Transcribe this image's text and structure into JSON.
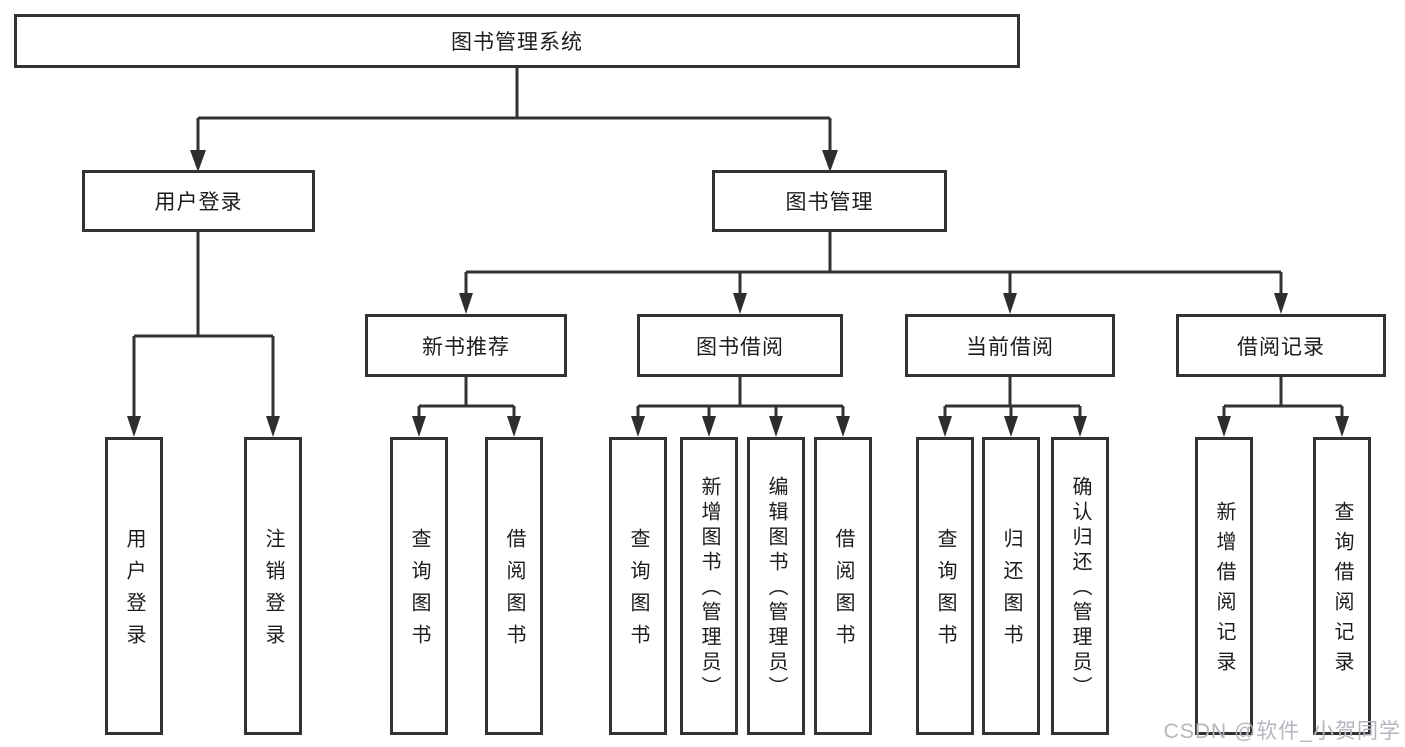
{
  "diagram": {
    "title": "图书管理系统",
    "type": "hierarchy-tree",
    "colors": {
      "line": "#333333",
      "box_border": "#333333",
      "box_fill": "#ffffff",
      "text": "#1c1c1e",
      "watermark_text_color": "#b3b7bd",
      "background": "#ffffff"
    },
    "nodes": {
      "root": {
        "label": "图书管理系统"
      },
      "user_login": {
        "label": "用户登录"
      },
      "book_management": {
        "label": "图书管理"
      },
      "new_book_recommend": {
        "label": "新书推荐"
      },
      "book_borrow": {
        "label": "图书借阅"
      },
      "current_borrow": {
        "label": "当前借阅"
      },
      "borrow_records": {
        "label": "借阅记录"
      },
      "leaf_user_login": {
        "label": "用户登录"
      },
      "leaf_logout": {
        "label": "注销登录"
      },
      "leaf_query_book_1": {
        "label": "查询图书"
      },
      "leaf_borrow_book_1": {
        "label": "借阅图书"
      },
      "leaf_query_book_2": {
        "label": "查询图书"
      },
      "leaf_add_book_admin": {
        "label": "新增图书（管理员）"
      },
      "leaf_edit_book_admin": {
        "label": "编辑图书（管理员）"
      },
      "leaf_borrow_book_2": {
        "label": "借阅图书"
      },
      "leaf_query_book_3": {
        "label": "查询图书"
      },
      "leaf_return_book": {
        "label": "归还图书"
      },
      "leaf_confirm_return_admin": {
        "label": "确认归还（管理员）"
      },
      "leaf_add_borrow_record": {
        "label": "新增借阅记录"
      },
      "leaf_query_borrow_record": {
        "label": "查询借阅记录"
      }
    },
    "hierarchy": {
      "图书管理系统": {
        "用户登录": [
          "用户登录",
          "注销登录"
        ],
        "图书管理": {
          "新书推荐": [
            "查询图书",
            "借阅图书"
          ],
          "图书借阅": [
            "查询图书",
            "新增图书（管理员）",
            "编辑图书（管理员）",
            "借阅图书"
          ],
          "当前借阅": [
            "查询图书",
            "归还图书",
            "确认归还（管理员）"
          ],
          "借阅记录": [
            "新增借阅记录",
            "查询借阅记录"
          ]
        }
      }
    },
    "watermark": "CSDN @软件_小贺同学"
  }
}
